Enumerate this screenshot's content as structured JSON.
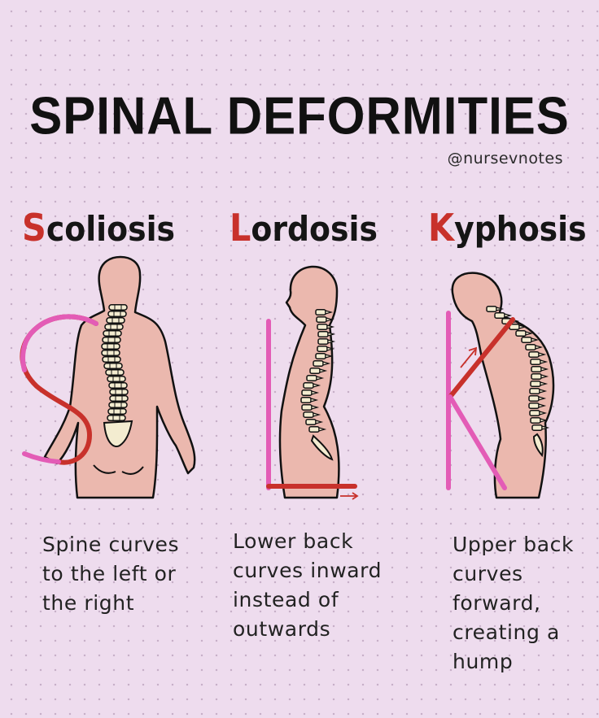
{
  "title": "SPINAL DEFORMITIES",
  "handle": "@nursevnotes",
  "colors": {
    "accent_red": "#c8312b",
    "guide_pink": "#e35cb6",
    "skin": "#ebb8ae",
    "bone": "#f3ecd0",
    "background": "#eedcee"
  },
  "deformities": [
    {
      "letter": "S",
      "rest": "coliosis",
      "description": "Spine curves\nto the left or\nthe right",
      "icon": "s-curve-back-view"
    },
    {
      "letter": "L",
      "rest": "ordosis",
      "description": "Lower back\ncurves inward\ninstead of\noutwards",
      "icon": "l-shape-side-view"
    },
    {
      "letter": "K",
      "rest": "yphosis",
      "description": "Upper back\ncurves\nforward,\ncreating a\nhump",
      "icon": "k-shape-side-view"
    }
  ]
}
